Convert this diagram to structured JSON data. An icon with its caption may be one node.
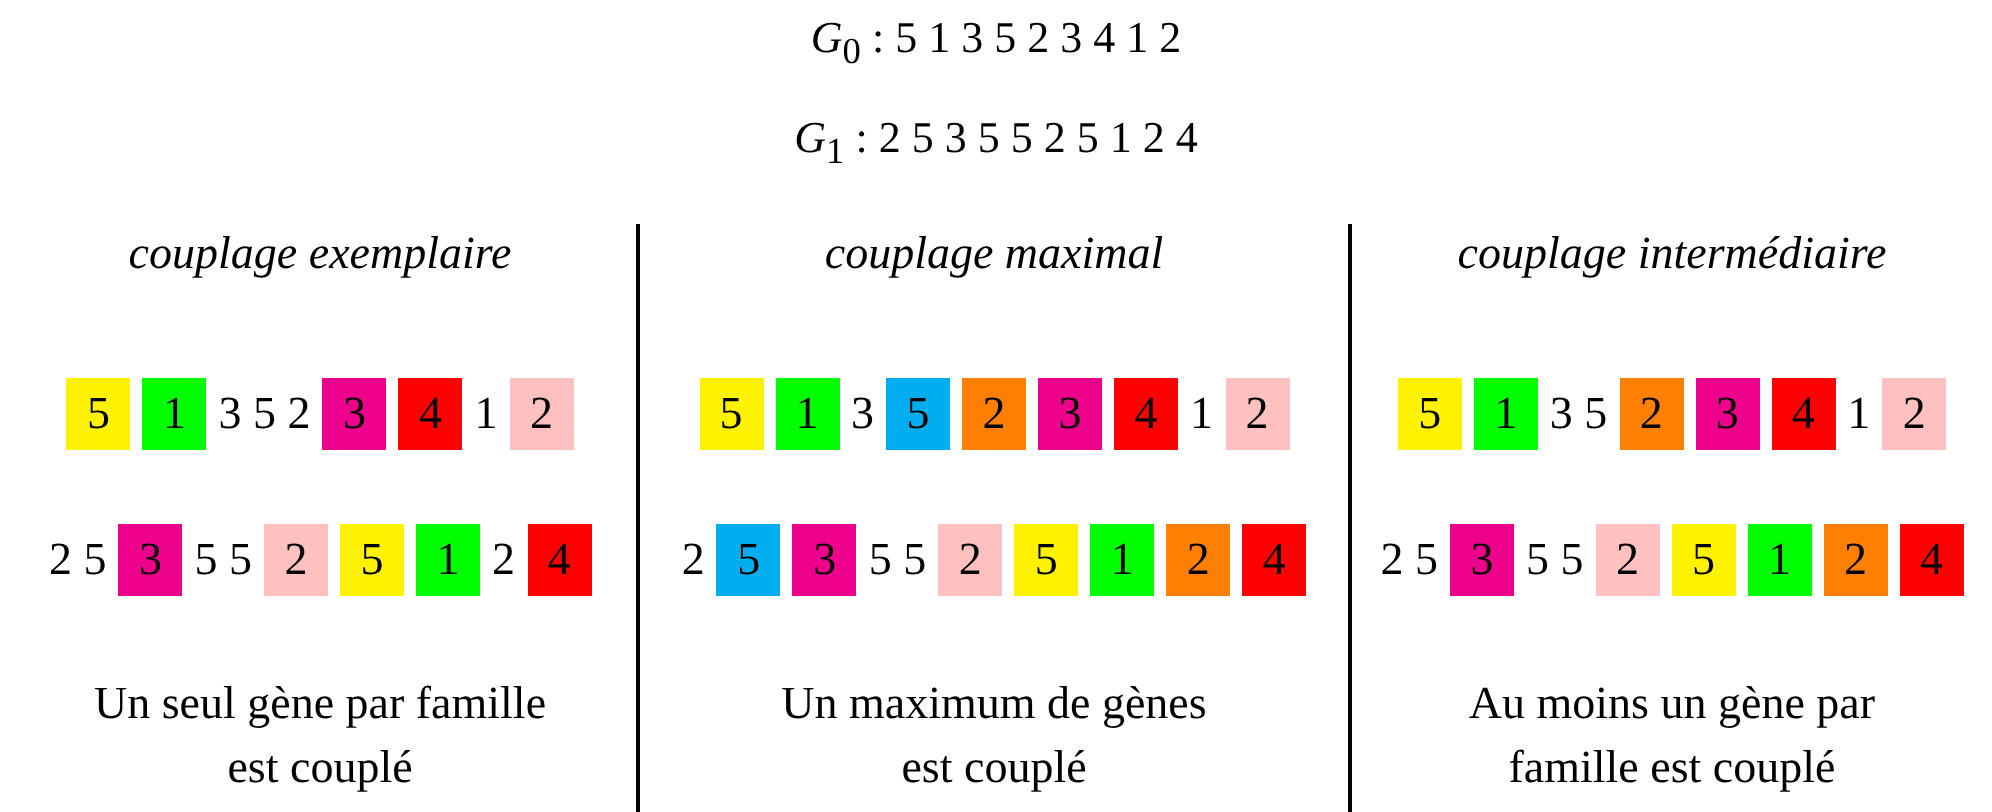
{
  "diagram": {
    "nodes": [
      {
        "text": [
          "5"
        ]
      },
      {
        "text": [
          "1"
        ]
      },
      {
        "text": [
          "3"
        ]
      },
      {
        "text": [
          "4"
        ]
      },
      {
        "text": [
          "2"
        ]
      },
      {
        "text": [
          "3"
        ]
      },
      {
        "text": [
          "2"
        ]
      },
      {
        "text": [
          "5"
        ]
      },
      {
        "text": [
          "1"
        ]
      },
      {
        "text": [
          "4"
        ]
      },
      {
        "text": [
          "5"
        ]
      },
      {
        "text": [
          "1"
        ]
      },
      {
        "text": [
          "5"
        ]
      },
      {
        "text": [
          "2"
        ]
      },
      {
        "text": [
          "3"
        ]
      },
      {
        "text": [
          "4"
        ]
      },
      {
        "text": [
          "2"
        ]
      },
      {
        "text": [
          "5"
        ]
      },
      {
        "text": [
          "3"
        ]
      },
      {
        "text": [
          "2"
        ]
      },
      {
        "text": [
          "5"
        ]
      },
      {
        "text": [
          "1"
        ]
      },
      {
        "text": [
          "2"
        ]
      },
      {
        "text": [
          "4"
        ]
      },
      {
        "text": [
          "5"
        ]
      },
      {
        "text": [
          "1"
        ]
      },
      {
        "text": [
          "2"
        ]
      },
      {
        "text": [
          "3"
        ]
      },
      {
        "text": [
          "4"
        ]
      },
      {
        "text": [
          "2"
        ]
      },
      {
        "text": [
          "3"
        ]
      },
      {
        "text": [
          "2"
        ]
      },
      {
        "text": [
          "5"
        ]
      },
      {
        "text": [
          "1"
        ]
      },
      {
        "text": [
          "2"
        ]
      },
      {
        "text": [
          "4"
        ]
      }
    ],
    "labels": [
      "*G*$_{0}$ : 5 1 3 5 2 3 4 1 2",
      "*G*$_{1}$ : 2 5 3 5 5 2 5 1 2 4",
      "couplage exemplaire",
      "3 5 2",
      "1",
      "2 5",
      "5 5",
      "2",
      "Un seul gène par famille est couplé",
      "couplage maximal",
      "3",
      "1",
      "2",
      "5 5",
      "Un maximum de gènes est couplé",
      "couplage intermédiaire",
      "3 5",
      "1",
      "2 5",
      "5 5",
      "Au moins un gène par famille est couplé"
    ]
  }
}
